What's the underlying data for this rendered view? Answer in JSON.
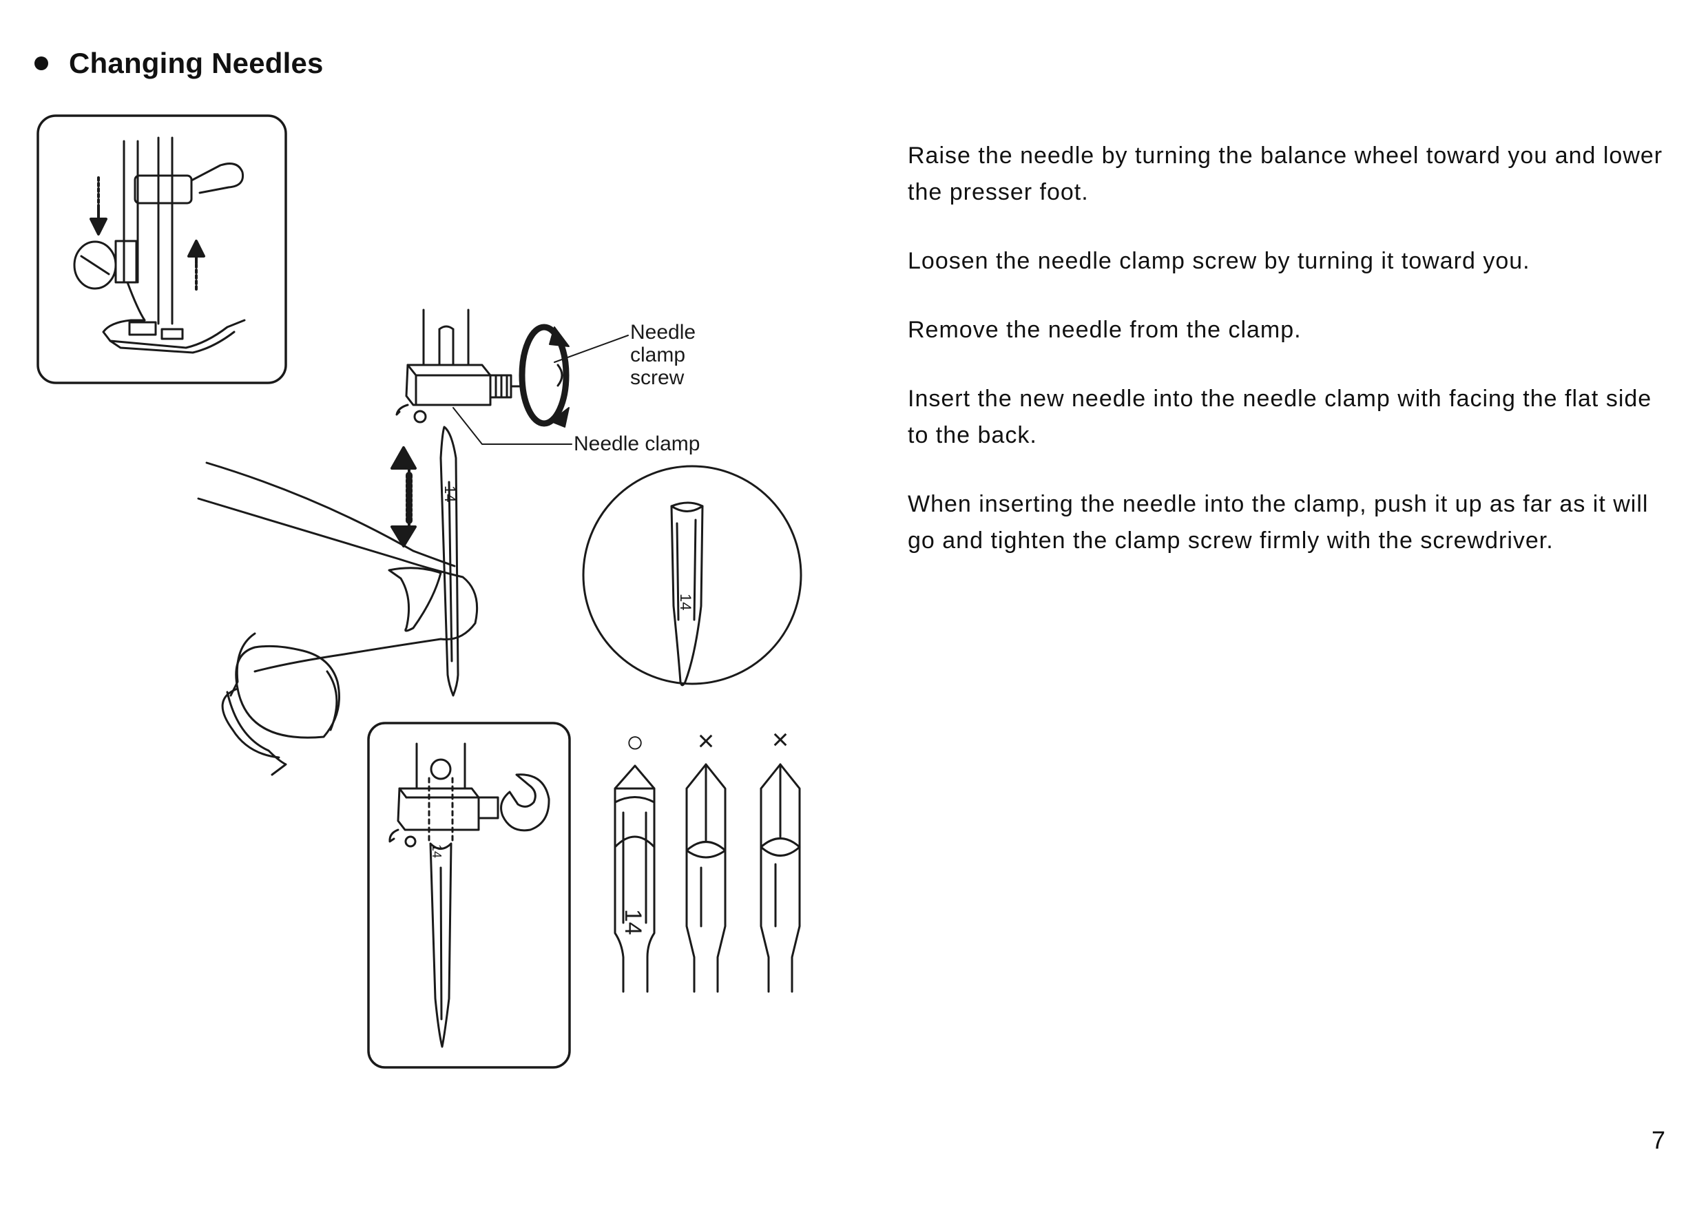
{
  "heading": {
    "title": "Changing Needles"
  },
  "illustration": {
    "callout_screw": [
      "Needle",
      "clamp",
      "screw"
    ],
    "callout_clamp": "Needle clamp",
    "needle_size": "14",
    "correct_mark": "○",
    "wrong_mark": "×"
  },
  "instructions": [
    "Raise the needle by turning the balance wheel toward you and lower the presser foot.",
    "Loosen the needle clamp screw by turning it toward you.",
    "Remove the needle from the clamp.",
    "Insert the new needle into the needle clamp with facing the flat side to the back.",
    "When inserting the needle into the clamp, push it up as far as it will go and tighten the clamp screw firmly with the screwdriver."
  ],
  "page_number": "7"
}
